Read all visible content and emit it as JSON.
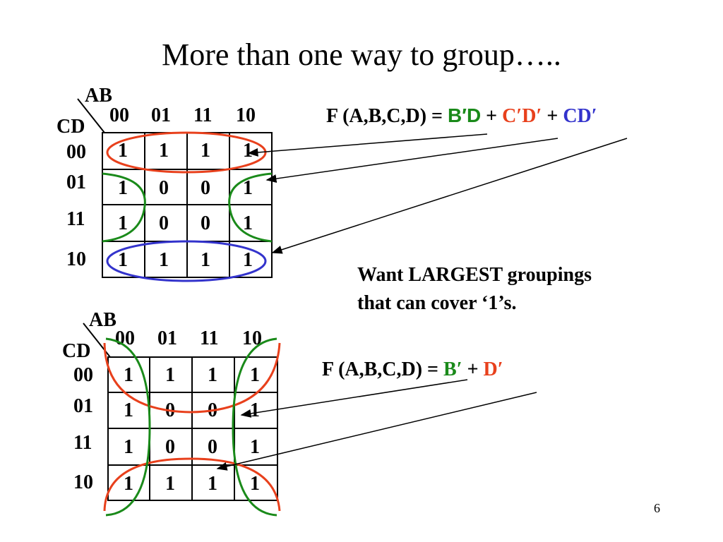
{
  "title": "More than one way to group…..",
  "kmap1": {
    "ab_label": "AB",
    "cd_label": "CD",
    "col_headers": [
      "00",
      "01",
      "11",
      "10"
    ],
    "row_headers": [
      "00",
      "01",
      "11",
      "10"
    ],
    "cells": [
      [
        "1",
        "1",
        "1",
        "1"
      ],
      [
        "1",
        "0",
        "0",
        "1"
      ],
      [
        "1",
        "0",
        "0",
        "1"
      ],
      [
        "1",
        "1",
        "1",
        "1"
      ]
    ]
  },
  "kmap2": {
    "ab_label": "AB",
    "cd_label": "CD",
    "col_headers": [
      "00",
      "01",
      "11",
      "10"
    ],
    "row_headers": [
      "00",
      "01",
      "11",
      "10"
    ],
    "cells": [
      [
        "1",
        "1",
        "1",
        "1"
      ],
      [
        "1",
        "0",
        "0",
        "1"
      ],
      [
        "1",
        "0",
        "0",
        "1"
      ],
      [
        "1",
        "1",
        "1",
        "1"
      ]
    ]
  },
  "eq1": {
    "lhs": "F (A,B,C,D) =",
    "t1": "B′D",
    "plus1": "+",
    "t2": "C′D′",
    "plus2": "+",
    "t3": "CD′"
  },
  "eq2": {
    "lhs": "F (A,B,C,D) =",
    "t1": "B′",
    "plus1": "+",
    "t2": "D′"
  },
  "note": {
    "line1": "Want LARGEST groupings",
    "line2": "that can cover ‘1’s."
  },
  "page_number": "6",
  "colors": {
    "green": "#1a8a1a",
    "red": "#e8401c",
    "blue": "#3333cc"
  }
}
